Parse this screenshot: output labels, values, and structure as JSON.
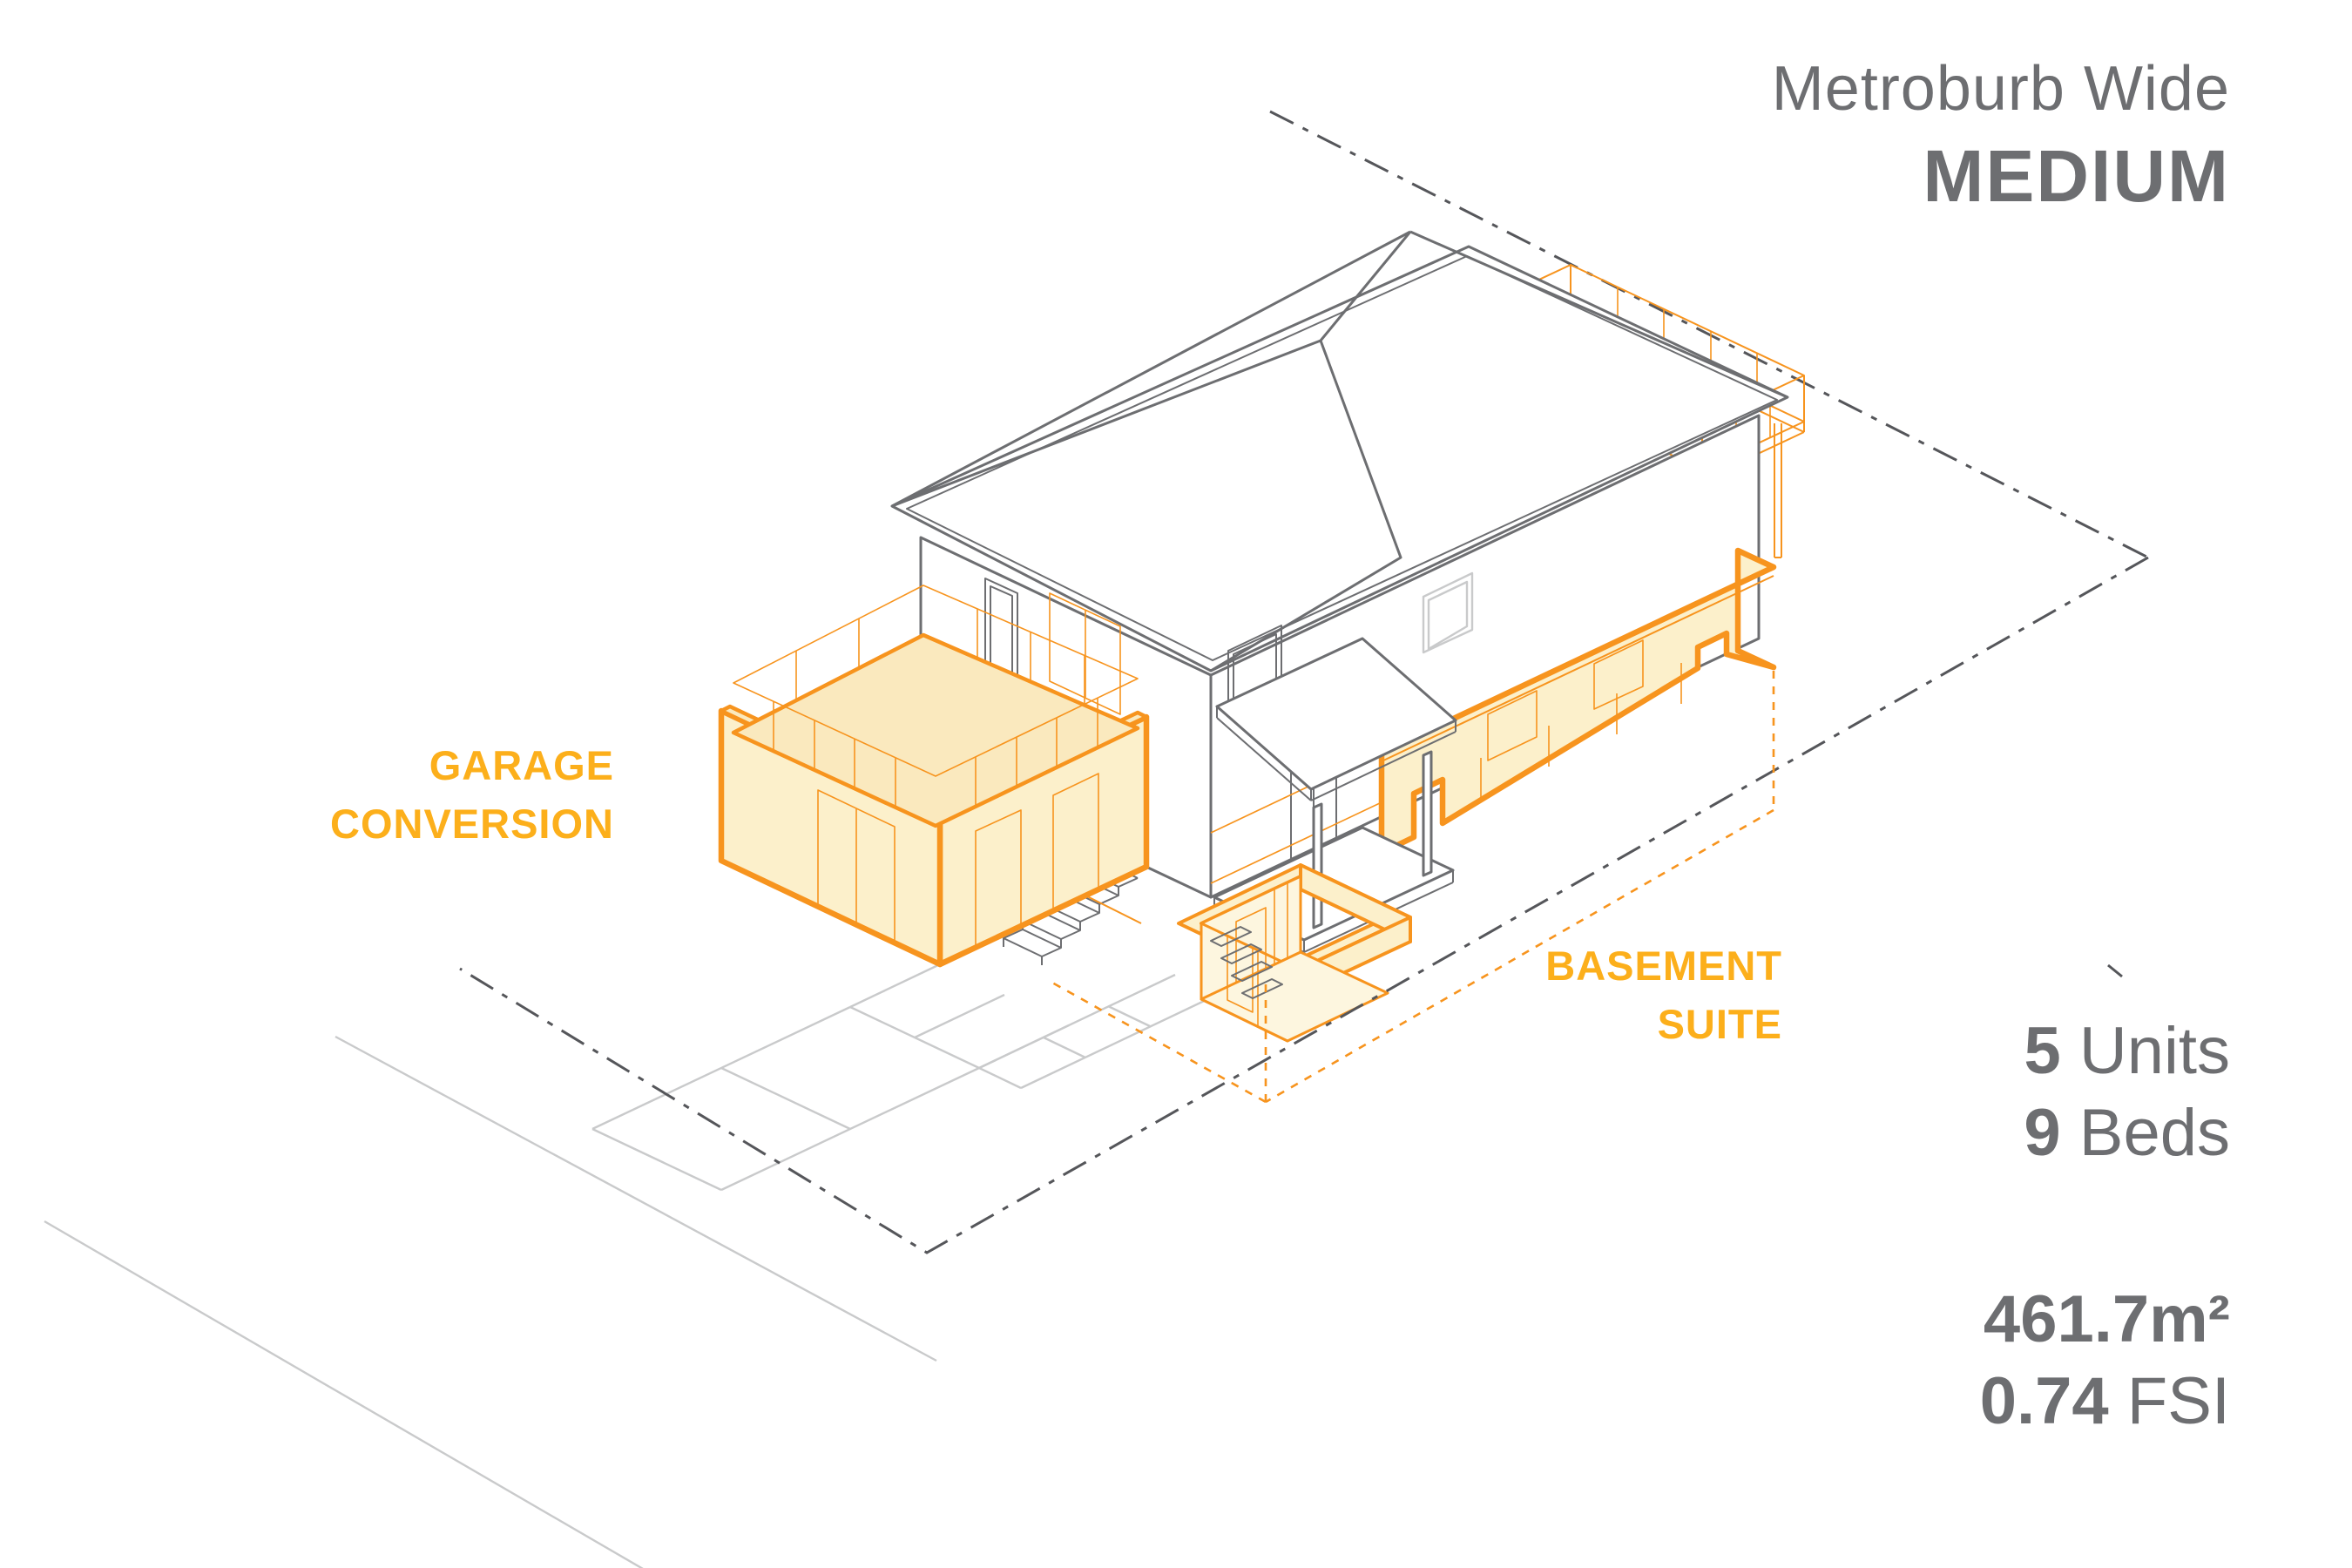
{
  "header": {
    "title": "Metroburb Wide",
    "variant": "MEDIUM"
  },
  "annotations": {
    "garage": {
      "line1": "GARAGE",
      "line2": "CONVERSION"
    },
    "basement": {
      "line1": "BASEMENT",
      "line2": "SUITE"
    }
  },
  "stats": {
    "units_value": "5",
    "units_label": "Units",
    "beds_value": "9",
    "beds_label": "Beds",
    "area_value": "461.7m²",
    "fsi_value": "0.74",
    "fsi_label": "FSI"
  },
  "colors": {
    "accent_orange": "#F7941E",
    "label_orange": "#FCAF1B",
    "highlight_fill": "#FCF0CB",
    "line_gray": "#6D6E71",
    "ground_gray": "#C9CACB",
    "property_line_gray": "#55565A",
    "background": "#FFFFFF"
  }
}
